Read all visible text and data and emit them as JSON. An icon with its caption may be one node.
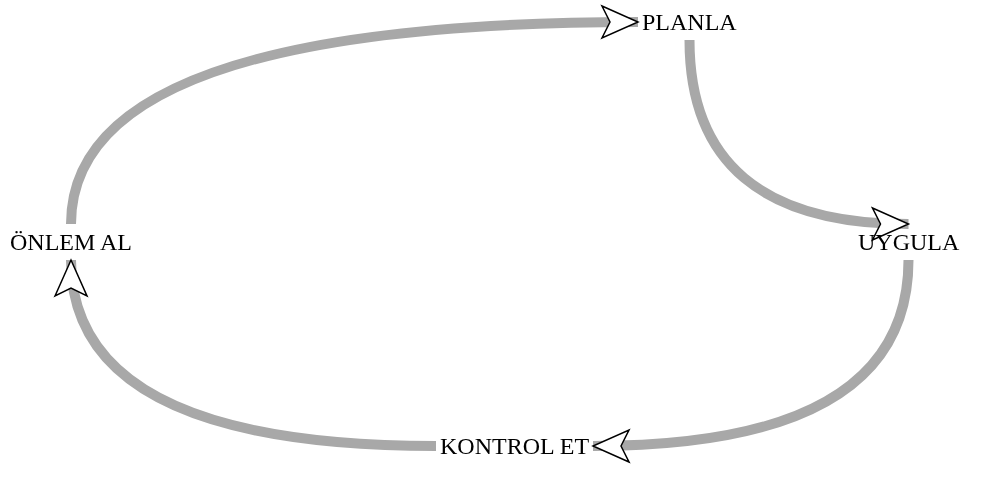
{
  "diagram": {
    "nodes": [
      {
        "text": [
          "PLANLA"
        ]
      },
      {
        "text": [
          "ÖNLEM AL"
        ]
      },
      {
        "text": [
          "UYGULA"
        ]
      },
      {
        "text": [
          "KONTROL ET"
        ]
      }
    ],
    "edges": [
      {
        "from": 1,
        "to": 0,
        "arrow": "to"
      },
      {
        "from": 0,
        "to": 2,
        "arrow": "to"
      },
      {
        "from": 2,
        "to": 3,
        "arrow": "to"
      },
      {
        "from": 3,
        "to": 1,
        "arrow": "to"
      }
    ]
  }
}
